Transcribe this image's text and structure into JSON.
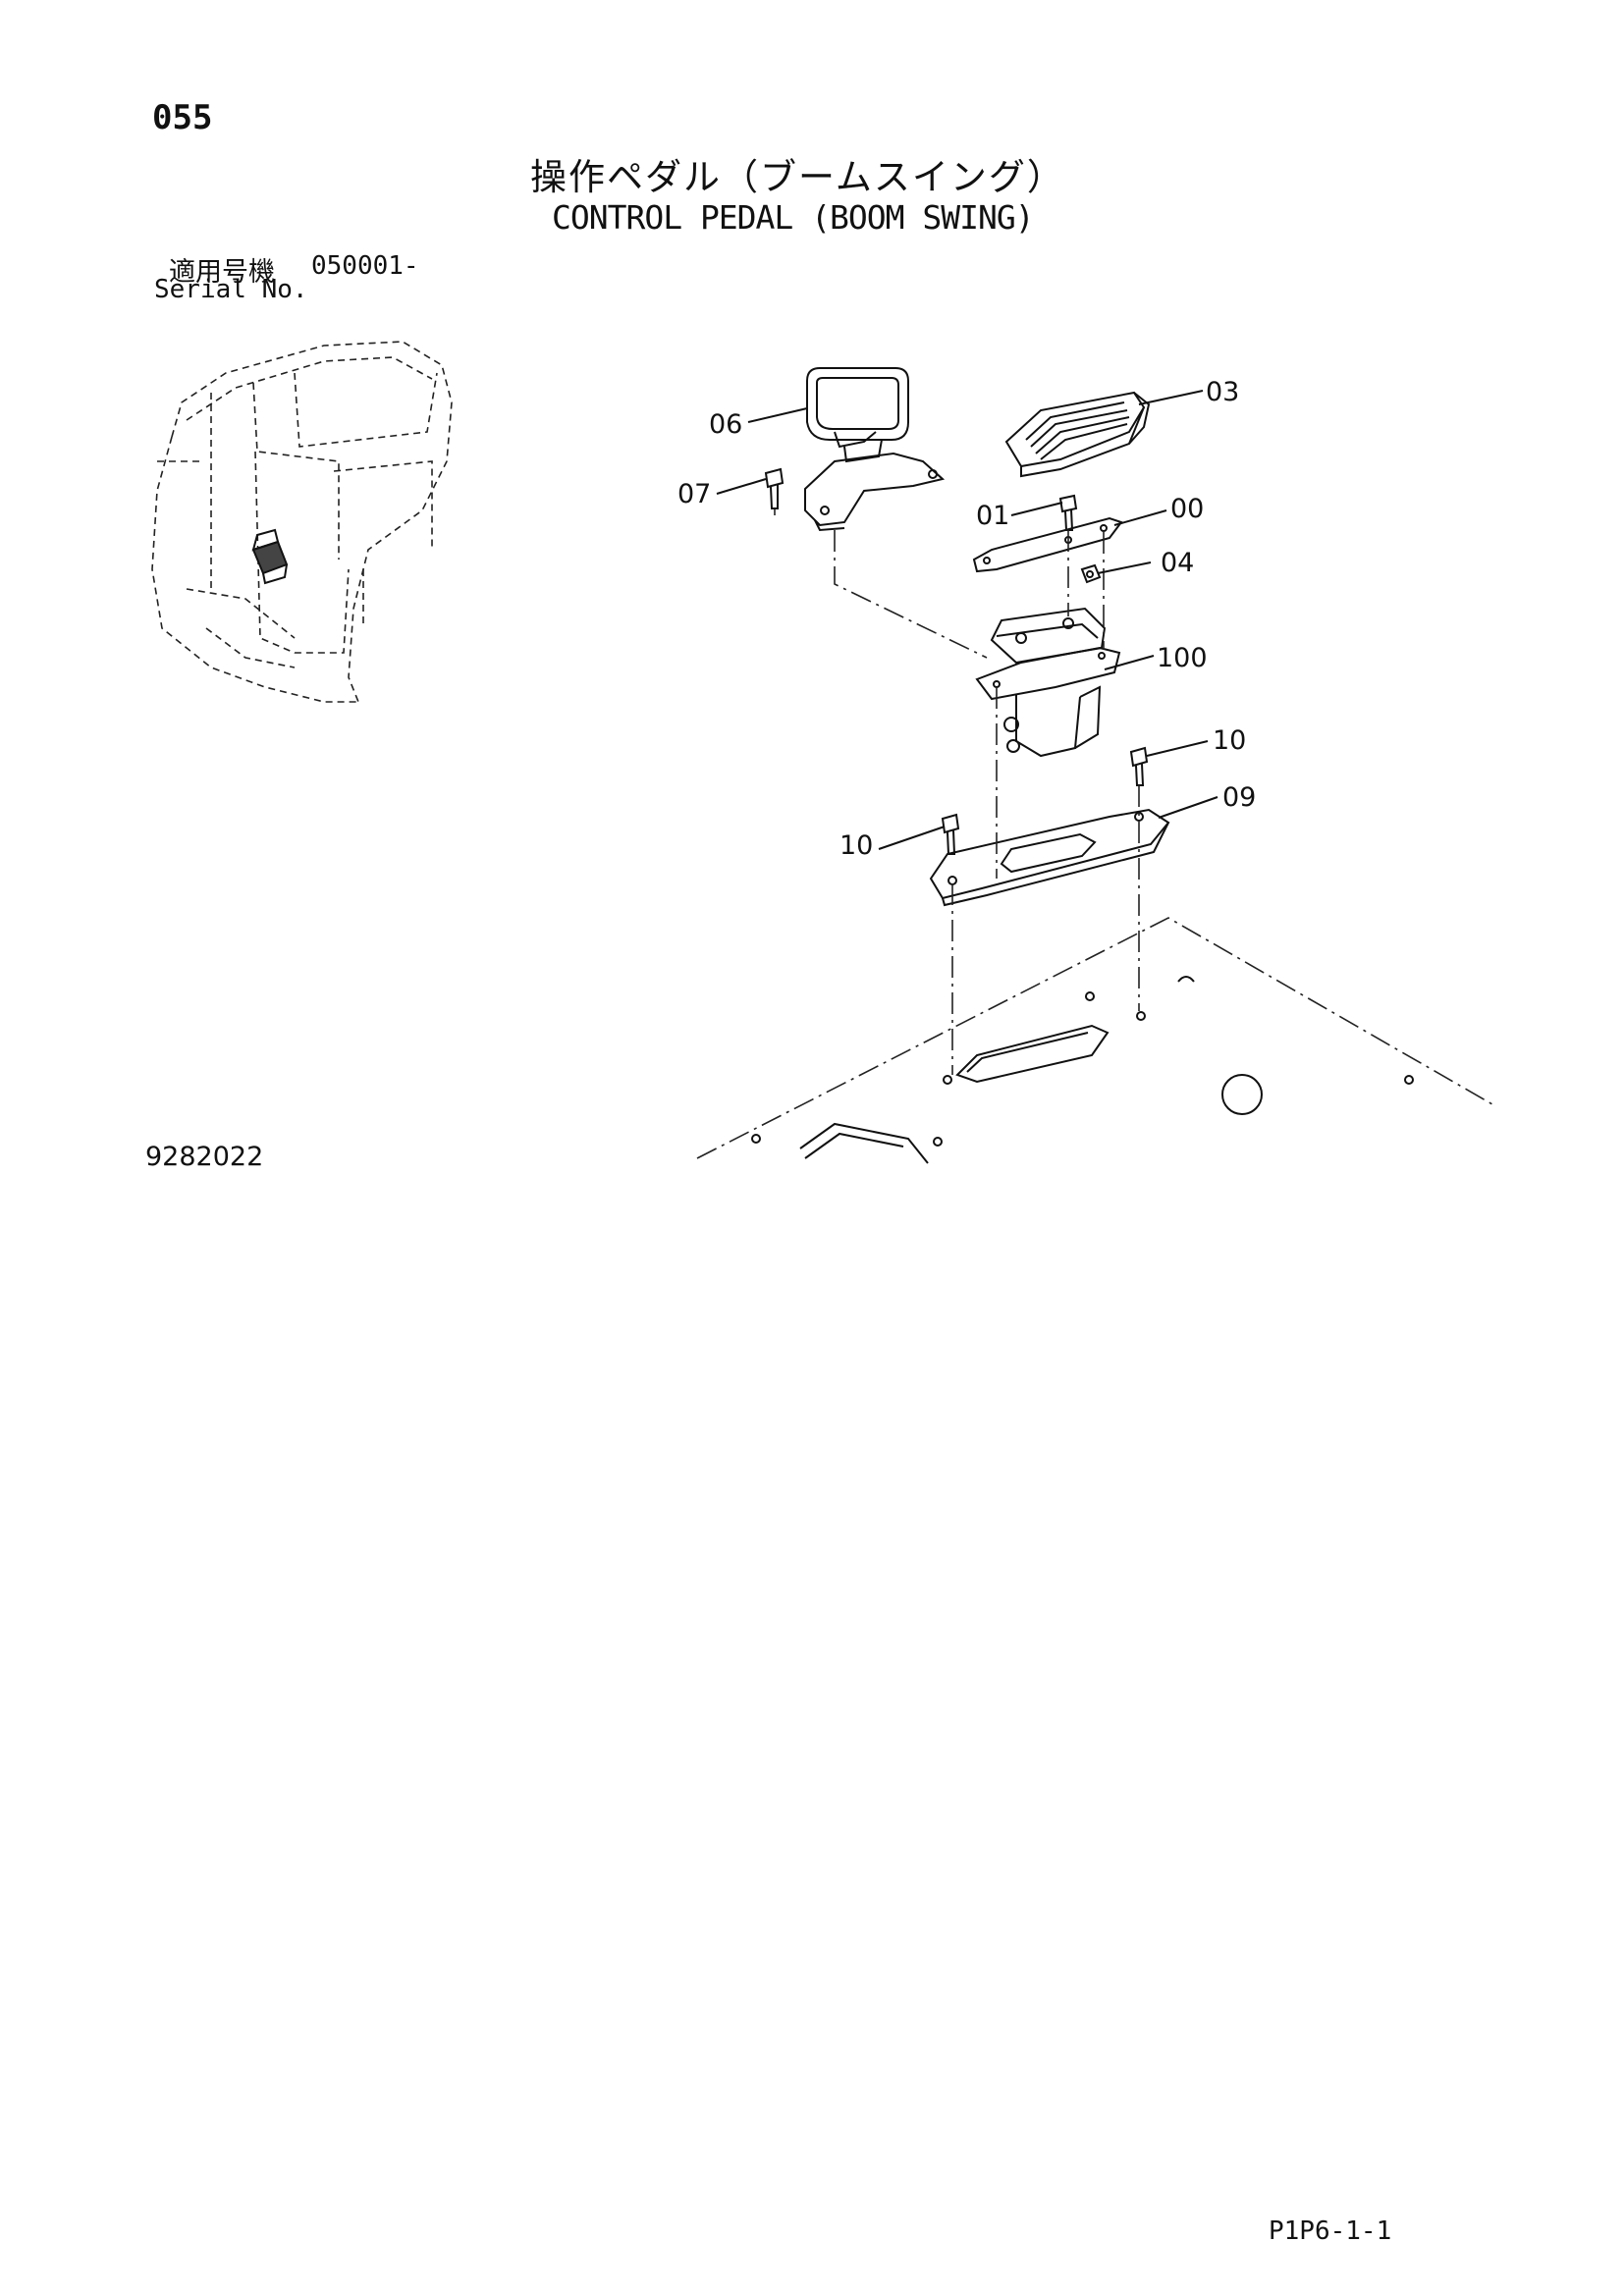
{
  "header": {
    "page_number": "055",
    "title_jp": "操作ペダル（ブームスイング）",
    "title_en": "CONTROL PEDAL (BOOM SWING)"
  },
  "serial": {
    "label_jp": "適用号機",
    "range": "050001-",
    "label_en": "Serial No."
  },
  "callouts": {
    "c06": "06",
    "c03": "03",
    "c07": "07",
    "c01": "01",
    "c00": "00",
    "c04": "04",
    "c100": "100",
    "c10a": "10",
    "c09": "09",
    "c10b": "10"
  },
  "footer": {
    "drawing_code": "9282022",
    "page_code": "P1P6-1-1"
  }
}
